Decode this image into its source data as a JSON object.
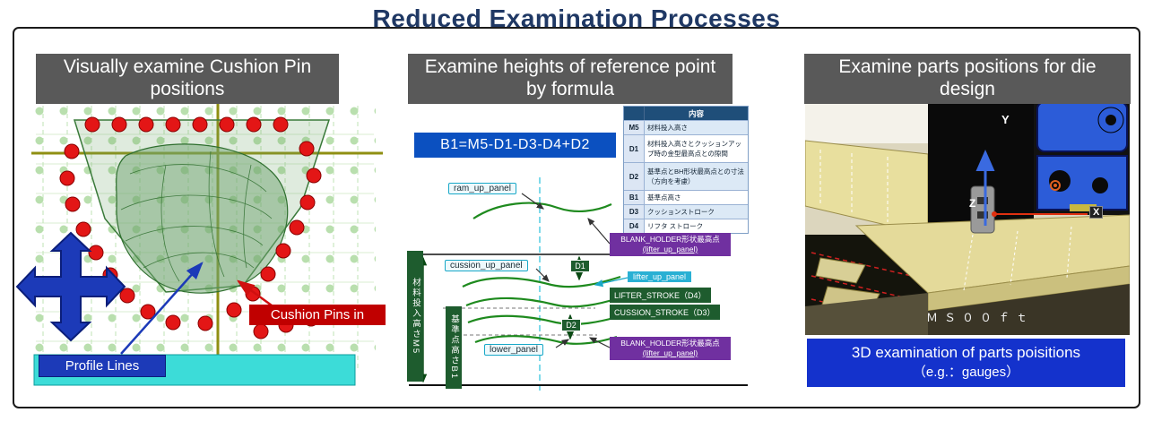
{
  "page": {
    "title": "Reduced Examination Processes"
  },
  "left_panel": {
    "header": "Visually examine Cushion Pin positions",
    "profile_lines_label": "Profile Lines",
    "cushion_pins_label": "Cushion Pins in"
  },
  "middle_panel": {
    "header": "Examine heights of reference point by formula",
    "formula": "B1=M5-D1-D3-D4+D2",
    "table": {
      "header": "内容",
      "rows": [
        {
          "key": "M5",
          "desc": "材料投入高さ"
        },
        {
          "key": "D1",
          "desc": "材料投入高さとクッションアップ時の金型最高点との隙間"
        },
        {
          "key": "D2",
          "desc": "基準点とBH形状最高点との寸法（方向を考慮）"
        },
        {
          "key": "B1",
          "desc": "基準点高さ"
        },
        {
          "key": "D3",
          "desc": "クッションストローク"
        },
        {
          "key": "D4",
          "desc": "リフタ ストローク"
        }
      ]
    },
    "labels": {
      "ram_up_panel": "ram_up_panel",
      "cussion_up_panel": "cussion_up_panel",
      "lower_panel": "lower_panel",
      "blank_holder_line1": "BLANK_HOLDER形状最高点",
      "blank_holder_line2": "(lifter_up_panel)",
      "lifter_up_panel": "lifter_up_panel",
      "lifter_stroke": "LIFTER_STROKE（D4）",
      "cussion_stroke": "CUSSION_STROKE（D3）",
      "material_height_vertical": "材料投入高さM5",
      "base_height_vertical": "基準点高さB1",
      "d1": "D1",
      "d2": "D2"
    }
  },
  "right_panel": {
    "header": "Examine parts positions for die design",
    "caption_line1": "3D examination of parts poisitions",
    "caption_line2": "（e.g.：gauges）",
    "axis_y": "Y",
    "axis_x": "X",
    "axis_z": "Z",
    "watermark": "ＭＳ００ｆｔ"
  },
  "colors": {
    "title_navy": "#1f3864",
    "header_gray": "#595959",
    "formula_blue": "#0b50c0",
    "purple_box": "#7030a0",
    "green_box": "#1e5c2e",
    "red_box": "#c00000",
    "blue_label": "#1c3ab8",
    "caption_blue": "#1432cc",
    "pin_red": "#e31616",
    "cyan_strip": "#3cdcd8"
  }
}
